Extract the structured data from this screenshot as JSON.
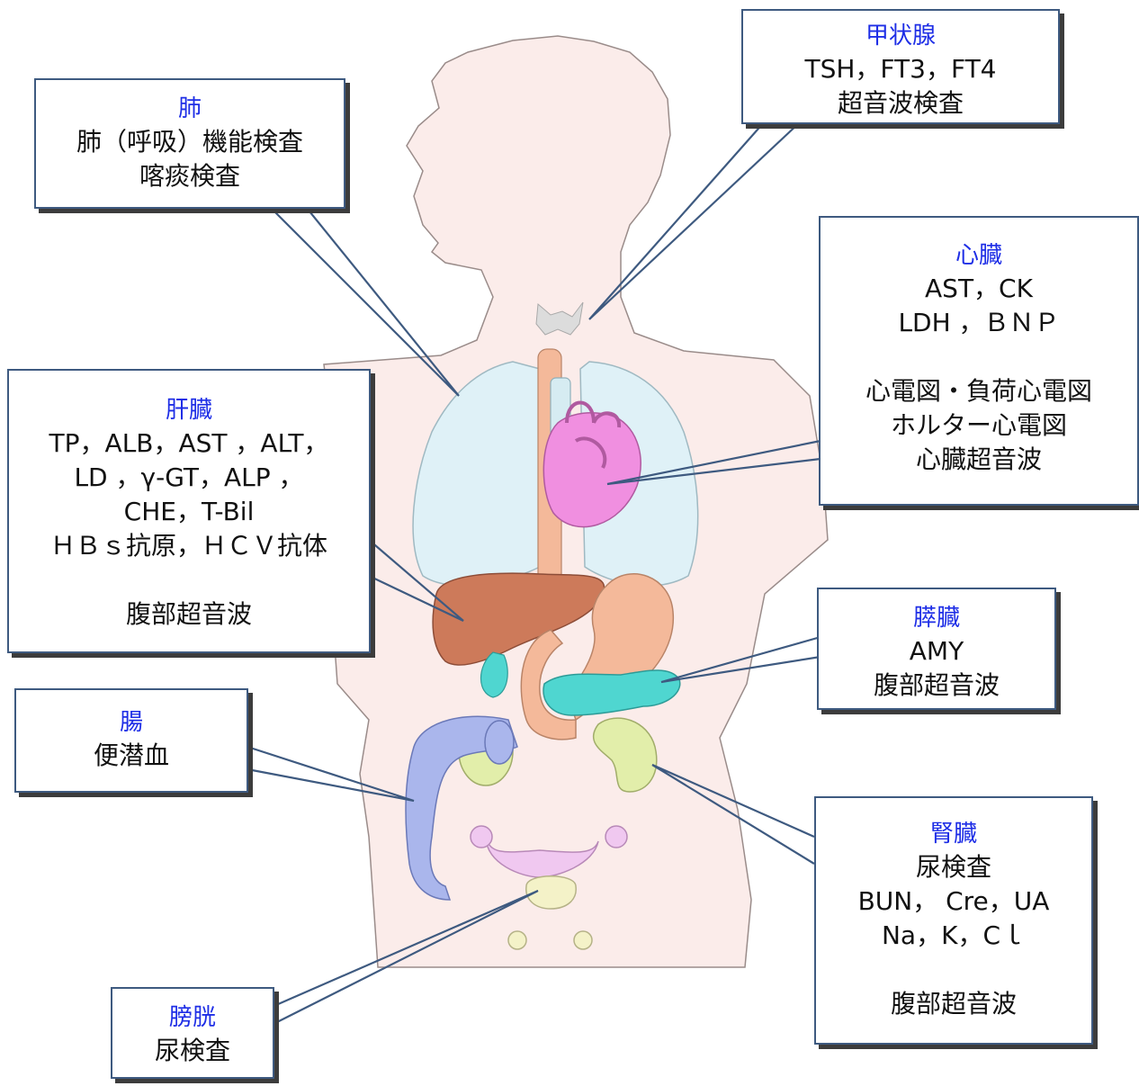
{
  "boxes": {
    "lung": {
      "title": "肺",
      "lines": [
        "肺（呼吸）機能検査",
        "喀痰検査"
      ]
    },
    "thyroid": {
      "title": "甲状腺",
      "lines": [
        "TSH，FT3，FT4",
        "超音波検査"
      ]
    },
    "heart": {
      "title": "心臓",
      "lines": [
        "AST，CK",
        "LDH ，ＢＮＰ",
        "",
        "心電図・負荷心電図",
        "ホルター心電図",
        "心臓超音波"
      ]
    },
    "liver": {
      "title": "肝臓",
      "lines": [
        "TP，ALB，AST ，ALT，",
        "LD ，γ-GT，ALP ，",
        "CHE，T-Bil",
        "ＨＢｓ抗原，ＨＣＶ抗体",
        "",
        "腹部超音波"
      ]
    },
    "pancreas": {
      "title": "膵臓",
      "lines": [
        "AMY",
        "腹部超音波"
      ]
    },
    "bowel": {
      "title": "腸",
      "lines": [
        "便潜血"
      ]
    },
    "kidney": {
      "title": "腎臓",
      "lines": [
        "尿検査",
        "BUN， Cre，UA",
        "Na，K，Cｌ",
        "",
        "腹部超音波"
      ]
    },
    "bladder": {
      "title": "膀胱",
      "lines": [
        "尿検査"
      ]
    }
  },
  "colors": {
    "title_text": "#1e2ee6",
    "box_border": "#3e5a80",
    "pointer_line": "#3e5a80",
    "body_fill": "#fbecea",
    "lung_fill": "#dff1f7",
    "heart_fill": "#f08fe0",
    "liver_fill": "#cd7a5a",
    "stomach_fill": "#f4b99a",
    "pancreas_fill": "#4fd6d0",
    "kidney_fill": "#e2eeaa",
    "colon_fill": "#aab6ec",
    "thyroid_fill": "#dcdcdc",
    "uterus_fill": "#f0c8f0",
    "bladder_fill": "#f4f2c8"
  }
}
